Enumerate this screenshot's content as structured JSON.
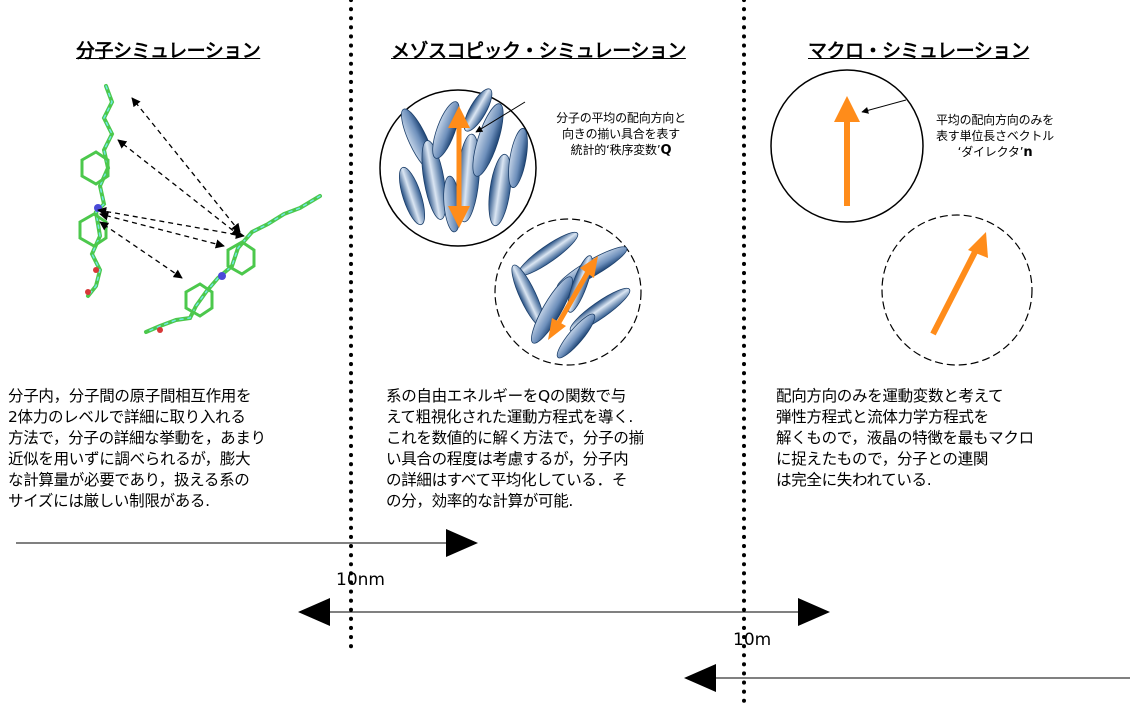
{
  "columns": [
    {
      "title": "分子シミュレーション",
      "description": "分子内，分子間の原子間相互作用を\n2体力のレベルで詳細に取り入れる\n方法で，分子の詳細な挙動を，あまり\n近似を用いずに調べられるが，膨大\nな計算量が必要であり，扱える系の\nサイズには厳しい制限がある."
    },
    {
      "title": "メゾスコピック・シミュレーション",
      "description": "系の自由エネルギーをQの関数で与\nえて粗視化された運動方程式を導く.\nこれを数値的に解く方法で，分子の揃\nい具合の程度は考慮するが，分子内\nの詳細はすべて平均化している．そ\nの分，効率的な計算が可能.",
      "annotation_main": "分子の平均の配向方向と\n向きの揃い具合を表す\n統計的‘秩序変数’",
      "annotation_symbol": "Q"
    },
    {
      "title": "マクロ・シミュレーション",
      "description": "配向方向のみを運動変数と考えて\n弾性方程式と流体力学方程式を\n解くもので，液晶の特徴を最もマクロ\nに捉えたもので，分子との連関\nは完全に失われている.",
      "annotation_main": "平均の配向方向のみを\n表す単位長さベクトル\n‘ダイレクタ’",
      "annotation_symbol": "n"
    }
  ],
  "scale_labels": [
    "10nm",
    "10m"
  ],
  "colors": {
    "arrow_orange": "#ff8c1a",
    "ellipse_dark": "#2f5a8f",
    "ellipse_light": "#c9d8ea",
    "molecule_green": "#4cc84c",
    "molecule_cyan": "#6fe6e6"
  }
}
